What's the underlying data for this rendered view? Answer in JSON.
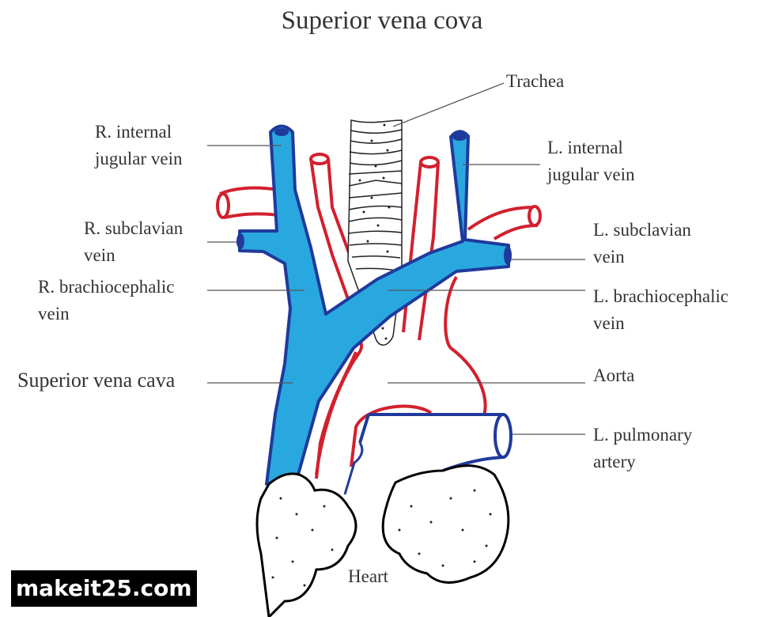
{
  "title": "Superior vena cova",
  "labels": {
    "trachea": "Trachea",
    "r_ijv": [
      "R. internal",
      "jugular vein"
    ],
    "l_ijv": [
      "L. internal",
      "jugular vein"
    ],
    "r_sub": [
      "R. subclavian",
      "vein"
    ],
    "l_sub": [
      "L. subclavian",
      "vein"
    ],
    "r_brach": [
      "R. brachiocephalic",
      "vein"
    ],
    "l_brach": [
      "L. brachiocephalic",
      "vein"
    ],
    "svc": "Superior vena cava",
    "aorta": "Aorta",
    "lpa": [
      "L. pulmonary",
      "artery"
    ],
    "heart": "Heart"
  },
  "watermark": "makeit25.com",
  "colors": {
    "vein": "#29a8e0",
    "vein_outline": "#1f3a9c",
    "artery": "#d2202e"
  }
}
